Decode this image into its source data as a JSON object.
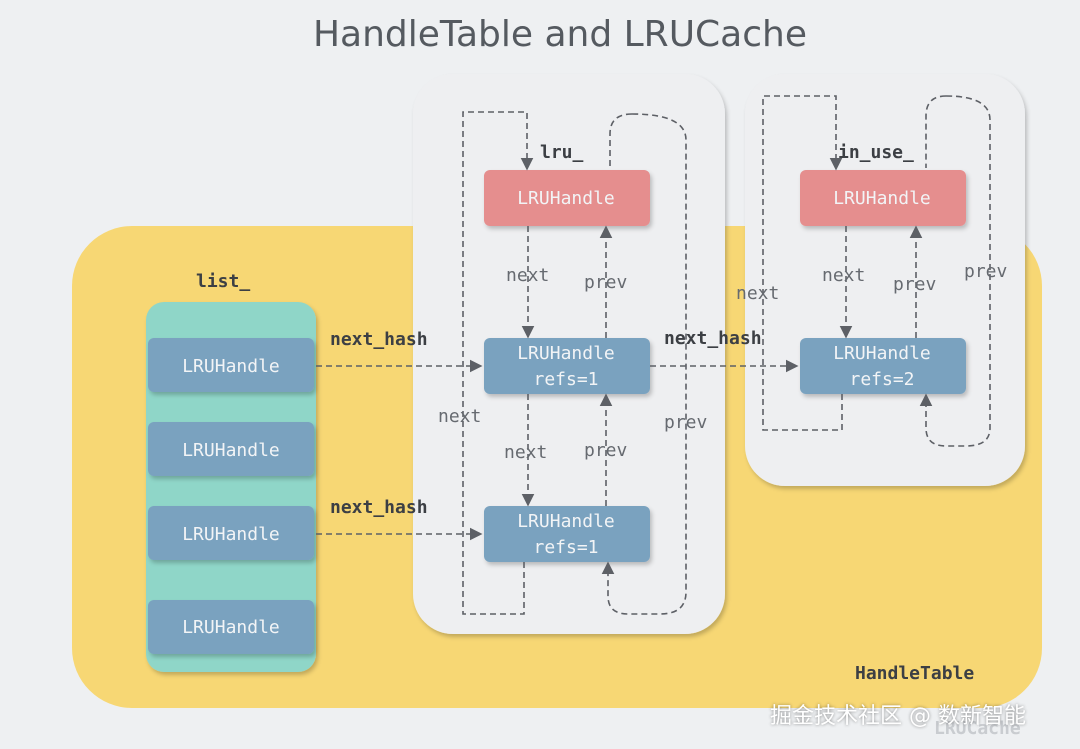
{
  "title": "HandleTable and LRUCache",
  "colors": {
    "handle_table_bg": "#f7d774",
    "list_bg": "#8fd6c8",
    "cache_panel_bg": "#eeeff1",
    "node_blue": "#7aa2bf",
    "node_red": "#e58e8e",
    "text_on_node": "#f2f4f6"
  },
  "labels": {
    "list": "list_",
    "lru": "lru_",
    "in_use": "in_use_",
    "handle_table": "HandleTable",
    "lru_cache": "LRUCache"
  },
  "list_items": [
    "LRUHandle",
    "LRUHandle",
    "LRUHandle",
    "LRUHandle"
  ],
  "lru_column": {
    "head": "LRUHandle",
    "node1": {
      "name": "LRUHandle",
      "refs": "refs=1"
    },
    "node2": {
      "name": "LRUHandle",
      "refs": "refs=1"
    }
  },
  "in_use_column": {
    "head": "LRUHandle",
    "node1": {
      "name": "LRUHandle",
      "refs": "refs=2"
    }
  },
  "edges": {
    "next": "next",
    "prev": "prev",
    "next_hash": "next_hash"
  },
  "watermark": "掘金技术社区 @ 数新智能"
}
